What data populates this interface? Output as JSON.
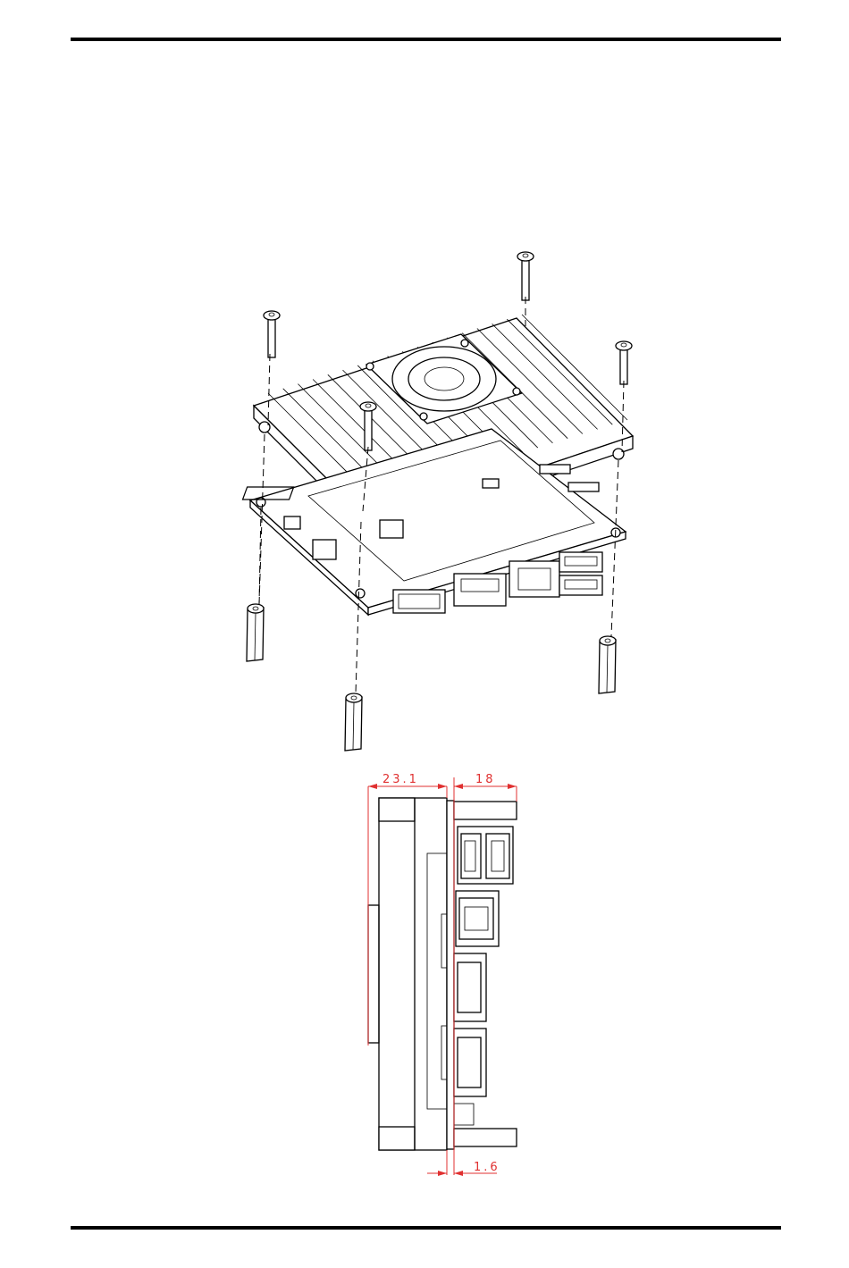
{
  "dimensions": {
    "total_depth": "23.1",
    "connector_protrusion": "18",
    "pcb_thickness": "1.6"
  },
  "colors": {
    "line": "#000000",
    "dimension": "#e03030"
  }
}
